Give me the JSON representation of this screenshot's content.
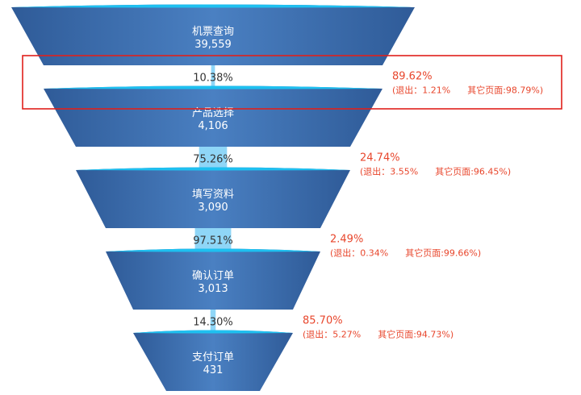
{
  "chart_data": {
    "type": "funnel",
    "colors": {
      "stage_dark": "#2f5b98",
      "stage_light": "#4a80c2",
      "cap": "#1ec0f0",
      "connector": "#8fd6f7",
      "drop_text": "#e8462c",
      "highlight_box": "#e0201b"
    },
    "stages": [
      {
        "name": "机票查询",
        "value": 39559,
        "value_label": "39,559"
      },
      {
        "name": "产品选择",
        "value": 4106,
        "value_label": "4,106"
      },
      {
        "name": "填写资料",
        "value": 3090,
        "value_label": "3,090"
      },
      {
        "name": "确认订单",
        "value": 3013,
        "value_label": "3,013"
      },
      {
        "name": "支付订单",
        "value": 431,
        "value_label": "431"
      }
    ],
    "transitions": [
      {
        "conversion": "10.38%",
        "drop": "89.62%",
        "detail": "(退出：1.21%      其它页面:98.79%)",
        "highlighted": true
      },
      {
        "conversion": "75.26%",
        "drop": "24.74%",
        "detail": "(退出：3.55%      其它页面:96.45%)",
        "highlighted": false
      },
      {
        "conversion": "97.51%",
        "drop": "2.49%",
        "detail": "(退出：0.34%      其它页面:99.66%)",
        "highlighted": false
      },
      {
        "conversion": "14.30%",
        "drop": "85.70%",
        "detail": "(退出：5.27%      其它页面:94.73%)",
        "highlighted": false
      }
    ]
  }
}
